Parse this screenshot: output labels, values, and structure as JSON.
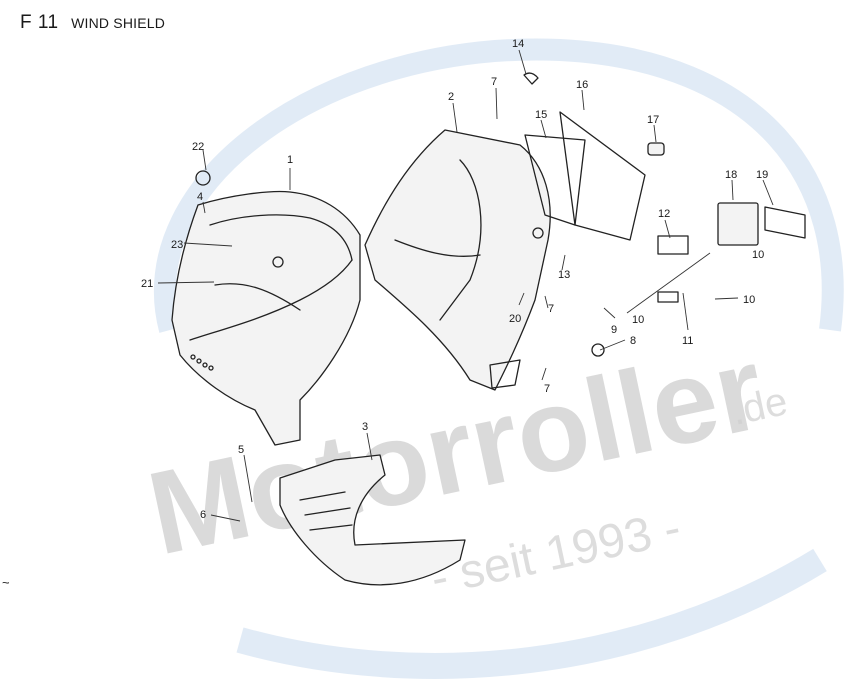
{
  "figure": {
    "code": "F 11",
    "title": "WIND SHIELD"
  },
  "callouts": [
    "1",
    "2",
    "3",
    "4",
    "5",
    "6",
    "7",
    "7",
    "7",
    "8",
    "9",
    "10",
    "10",
    "10",
    "11",
    "12",
    "13",
    "14",
    "15",
    "16",
    "17",
    "18",
    "19",
    "20",
    "21",
    "22",
    "23"
  ],
  "watermark": {
    "brand": "Motorroller",
    "tld": ".de",
    "tagline": "- seit 1993 -",
    "color": "#a9c6e6"
  },
  "stray_mark": "~"
}
